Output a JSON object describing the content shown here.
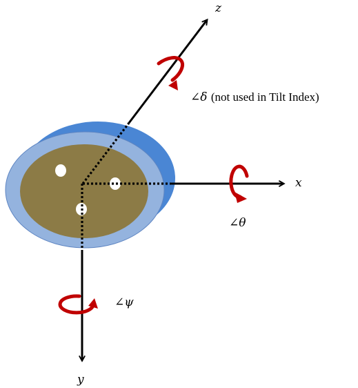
{
  "axes": {
    "x": "x",
    "y": "y",
    "z": "z"
  },
  "angles": {
    "delta": "∠δ",
    "delta_note": "(not used in Tilt Index)",
    "theta": "∠θ",
    "psi": "∠ψ"
  },
  "colors": {
    "outer_disc": "#4a86d4",
    "middle_disc": "#94b3de",
    "inner_disc": "#8c7b46",
    "rotation_arrow": "#c00000",
    "axis": "#000000",
    "dot": "#ffffff"
  }
}
